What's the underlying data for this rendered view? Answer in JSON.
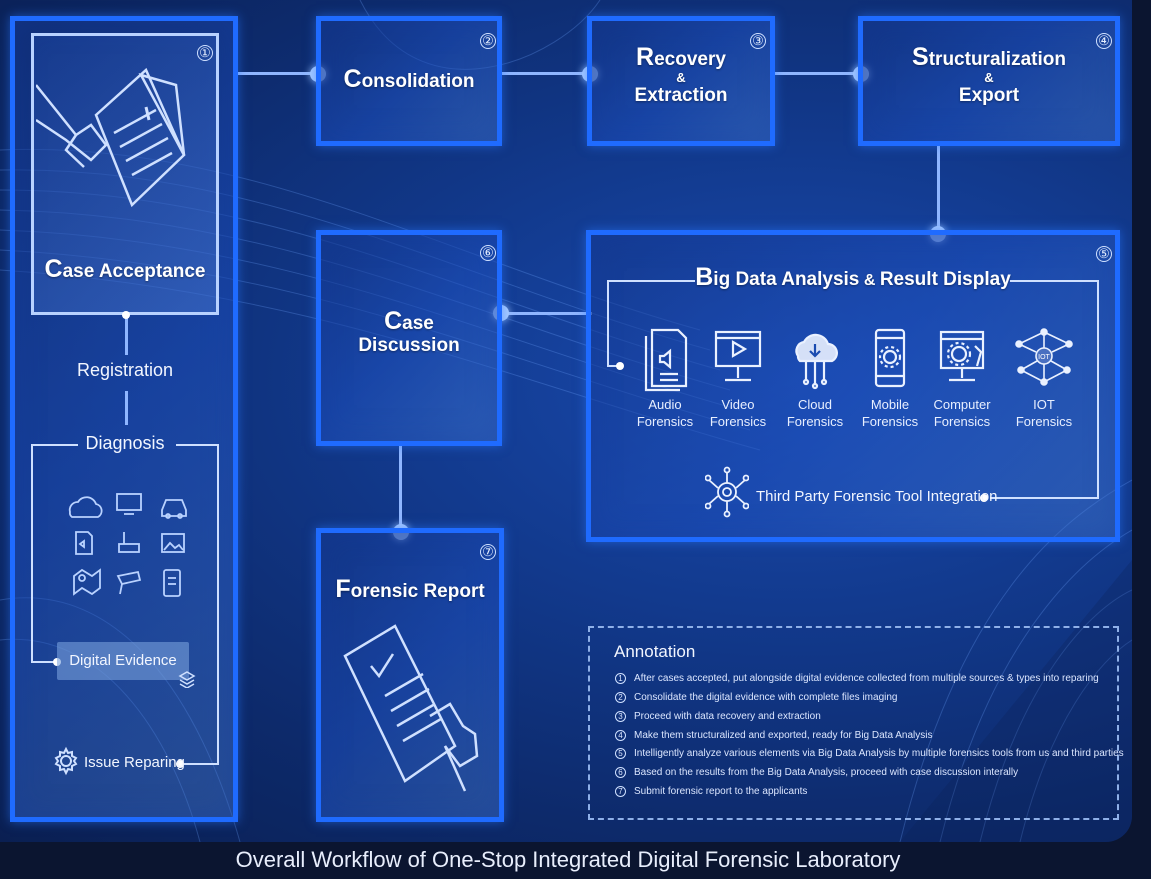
{
  "steps": {
    "s1": {
      "num": "①",
      "title_initial": "C",
      "title_rest": "ase Acceptance"
    },
    "s2": {
      "num": "②",
      "title_initial": "C",
      "title_rest": "onsolidation"
    },
    "s3": {
      "num": "③",
      "title_initial": "R",
      "title_rest": "ecovery",
      "amp": "&",
      "line2": "Extraction"
    },
    "s4": {
      "num": "④",
      "title_initial": "S",
      "title_rest": "tructuralization",
      "amp": "&",
      "line2": "Export"
    },
    "s5": {
      "num": "⑤",
      "title_initial": "B",
      "title_rest": "ig Data Analysis",
      "amp": " & ",
      "line2": "Result Display"
    },
    "s6": {
      "num": "⑥",
      "title_initial": "C",
      "title_rest": "ase",
      "line2": "Discussion"
    },
    "s7": {
      "num": "⑦",
      "title_initial": "F",
      "title_rest": "orensic Report"
    }
  },
  "left_flow": {
    "registration": "Registration",
    "diagnosis": "Diagnosis",
    "digital_evidence": "Digital Evidence",
    "issue_reparing": "Issue Reparing"
  },
  "tools": [
    {
      "icon": "audio-file-icon",
      "line1": "Audio",
      "line2": "Forensics"
    },
    {
      "icon": "video-monitor-icon",
      "line1": "Video",
      "line2": "Forensics"
    },
    {
      "icon": "cloud-icon",
      "line1": "Cloud",
      "line2": "Forensics"
    },
    {
      "icon": "mobile-phone-icon",
      "line1": "Mobile",
      "line2": "Forensics"
    },
    {
      "icon": "computer-icon",
      "line1": "Computer",
      "line2": "Forensics"
    },
    {
      "icon": "iot-network-icon",
      "line1": "IOT",
      "line2": "Forensics"
    }
  ],
  "iot_badge": "IOT",
  "third_party": "Third Party Forensic Tool Integration",
  "annotation": {
    "title": "Annotation",
    "items": [
      {
        "n": "1",
        "text": "After cases accepted, put alongside digital evidence collected from multiple sources & types into reparing"
      },
      {
        "n": "2",
        "text": "Consolidate the digital evidence with complete files imaging"
      },
      {
        "n": "3",
        "text": "Proceed with data recovery and extraction"
      },
      {
        "n": "4",
        "text": "Make them structuralized and exported, ready for Big Data Analysis"
      },
      {
        "n": "5",
        "text": "Intelligently analyze various elements via Big Data Analysis by multiple forensics tools from us and third parties"
      },
      {
        "n": "6",
        "text": "Based on the results from the Big Data Analysis, proceed with case discussion interally"
      },
      {
        "n": "7",
        "text": "Submit forensic report to the applicants"
      }
    ]
  },
  "caption": "Overall Workflow of One-Stop Integrated Digital Forensic Laboratory",
  "colors": {
    "box_border": "#1f6bff",
    "connector": "#a9cbff",
    "background": "#123a8e"
  }
}
